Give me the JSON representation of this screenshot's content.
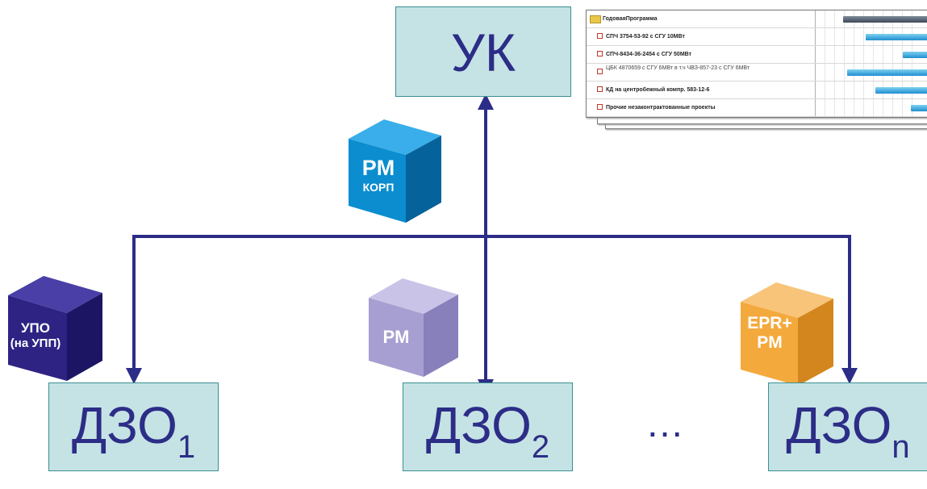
{
  "top_node": {
    "label": "УК"
  },
  "subsidiaries": [
    {
      "label": "ДЗО",
      "subscript": "1"
    },
    {
      "label": "ДЗО",
      "subscript": "2"
    },
    {
      "label": "ДЗО",
      "subscript": "n"
    }
  ],
  "ellipsis": "…",
  "cubes": {
    "pm_corp": {
      "line1": "PM",
      "line2": "КОРП",
      "color": "#0b8dcf"
    },
    "upo": {
      "line1": "УПО",
      "line2": "(на УПП)",
      "color": "#2e2383"
    },
    "pm": {
      "line1": "PM",
      "color": "#a79fd1"
    },
    "epr_pm": {
      "line1": "EPR+",
      "line2": "PM",
      "color": "#f4a93d"
    }
  },
  "gantt": {
    "rows": [
      {
        "label": "ГодоваяПрограмма",
        "bar_color": "#3d4a5a"
      },
      {
        "label": "СПЧ 3754-53-92 с СГУ 10МВт"
      },
      {
        "label": "СПЧ-8434-36-2454 с СГУ 50МВт"
      },
      {
        "label": "ЦБК 4870659 с СГУ 6МВт в т.ч ЧВЗ-857-23 с СГУ 6МВт"
      },
      {
        "label": "КД на центробежный компр. 583-12-6"
      },
      {
        "label": "Прочие незаконтрактованные проекты"
      }
    ]
  },
  "colors": {
    "connector": "#2c2d87",
    "box_fill": "#c5e3e4",
    "box_border": "#3a8f93"
  }
}
